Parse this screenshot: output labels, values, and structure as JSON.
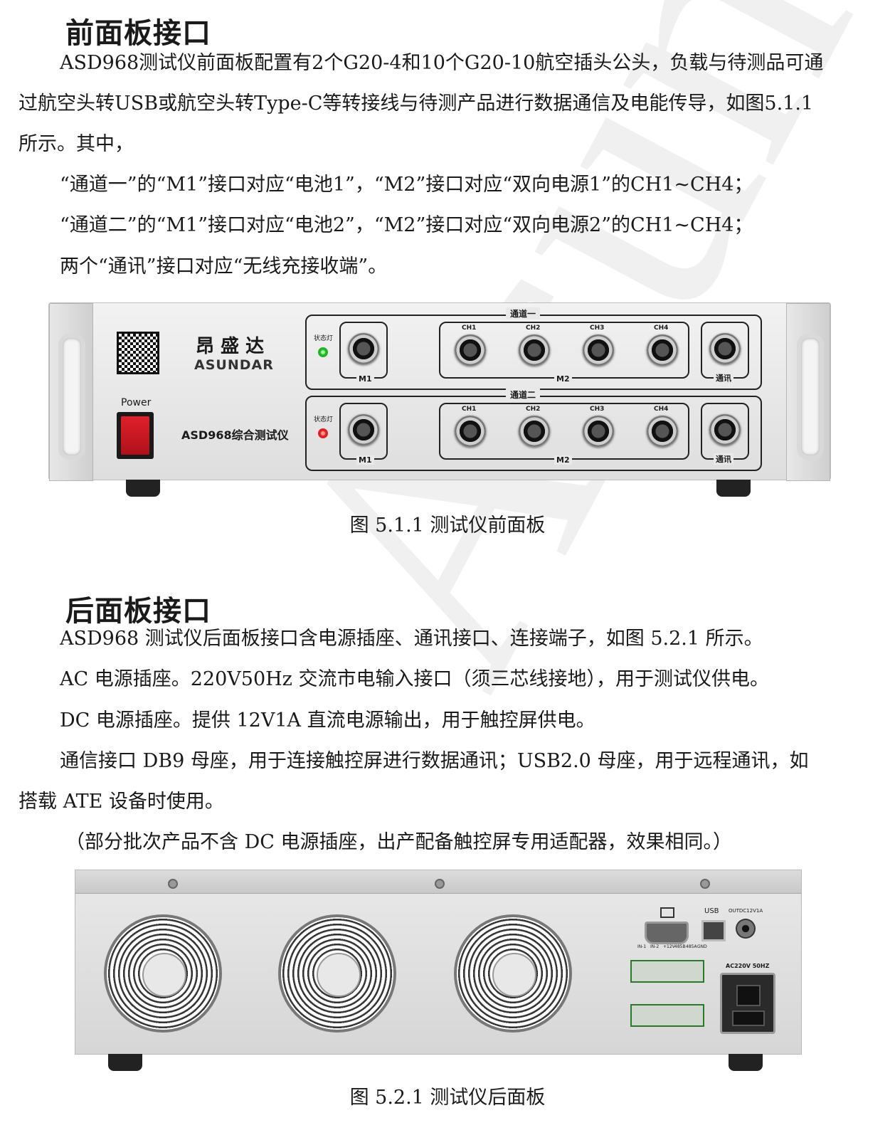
{
  "section1": {
    "title": "前面板接口",
    "para1_line1": "ASD968测试仪前面板配置有2个G20-4和10个G20-10航空插头公头，负载与待测品可通",
    "para1_line2": "过航空头转USB或航空头转Type-C等转接线与待测产品进行数据通信及电能传导，如图5.1.1",
    "para1_line3": "所示。其中，",
    "line_ch1": "“通道一”的“M1”接口对应“电池1”，“M2”接口对应“双向电源1”的CH1~CH4；",
    "line_ch2": "“通道二”的“M1”接口对应“电池2”，“M2”接口对应“双向电源2”的CH1~CH4；",
    "line_comm": "两个“通讯”接口对应“无线充接收端”。",
    "figure_caption": "图 5.1.1 测试仪前面板"
  },
  "front_panel": {
    "brand_cn": "昂 盛 达",
    "brand_en": "ASUNDAR",
    "model_label": "ASD968综合测试仪",
    "power_label": "Power",
    "channel1_title": "通道一",
    "channel2_title": "通道二",
    "status_light_label": "状态灯",
    "m1_label": "M1",
    "m2_label": "M2",
    "comm_label": "通讯",
    "ch_labels": [
      "CH1",
      "CH2",
      "CH3",
      "CH4"
    ],
    "led1_color": "#22b322",
    "led2_color": "#e02020"
  },
  "section2": {
    "title": "后面板接口",
    "line1": "ASD968 测试仪后面板接口含电源插座、通讯接口、连接端子，如图 5.2.1 所示。",
    "line2": "AC 电源插座。220V50Hz 交流市电输入接口（须三芯线接地），用于测试仪供电。",
    "line3": "DC 电源插座。提供 12V1A 直流电源输出，用于触控屏供电。",
    "line4a": "通信接口 DB9 母座，用于连接触控屏进行数据通讯；USB2.0 母座，用于远程通讯，如",
    "line4b": "搭载 ATE 设备时使用。",
    "line5": "（部分批次产品不含 DC 电源插座，出产配备触控屏专用适配器，效果相同。）",
    "figure_caption": "图 5.2.1 测试仪后面板"
  },
  "rear_panel": {
    "usb_label": "USB",
    "dc_out_label": "OUTDC12V1A",
    "ac_label": "AC220V 50HZ",
    "terminal_labels": [
      "IN-1",
      "IN-2",
      "+12V",
      "485B",
      "485A",
      "GND"
    ]
  },
  "watermark": "Asundar"
}
